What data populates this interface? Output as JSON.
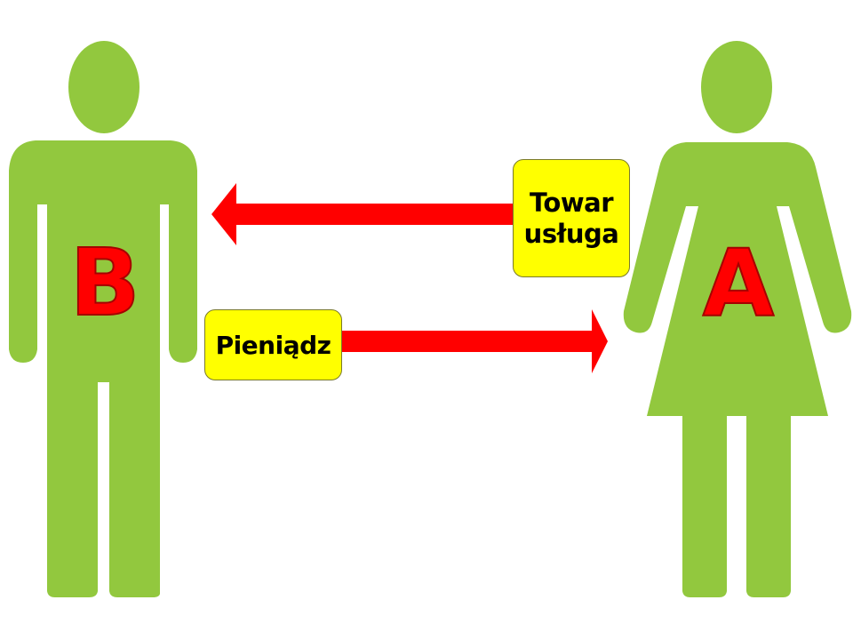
{
  "colors": {
    "figure": "#92c83e",
    "arrow": "#ff0000",
    "box": "#ffff00",
    "letter": "#ff0000"
  },
  "persons": {
    "left": {
      "letter": "B",
      "icon": "man-icon"
    },
    "right": {
      "letter": "A",
      "icon": "woman-icon"
    }
  },
  "arrows": {
    "goods": {
      "line1": "Towar",
      "line2": "usługa",
      "direction": "right-to-left"
    },
    "money": {
      "label": "Pieniądz",
      "direction": "left-to-right"
    }
  }
}
